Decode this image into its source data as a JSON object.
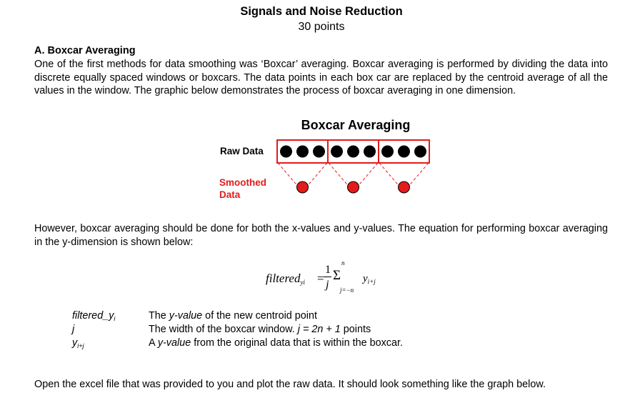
{
  "header": {
    "title": "Signals and Noise Reduction",
    "points": "30 points"
  },
  "section_a": {
    "heading": "A. Boxcar Averaging",
    "paragraph": "One of the first methods for data smoothing was ‘Boxcar’ averaging. Boxcar averaging is performed by dividing the data into discrete equally spaced windows or boxcars. The data points in each box car are replaced by the centroid average of all the values in the window. The graphic below demonstrates the process of boxcar averaging in one dimension."
  },
  "figure": {
    "title": "Boxcar Averaging",
    "raw_label": "Raw Data",
    "smoothed_label_line1": "Smoothed",
    "smoothed_label_line2": "Data",
    "boxcars": 3,
    "points_per_boxcar": 3,
    "colors": {
      "box_border": "#e31b1b",
      "raw_point": "#000000",
      "smoothed_point": "#e31b1b"
    }
  },
  "paragraph2": "However, boxcar averaging should be done for both the x-values and y-values. The equation for performing boxcar averaging in the y-dimension is shown below:",
  "equation": {
    "lhs": "filtered",
    "lhs_sub": "yi",
    "equals": "=",
    "frac_num": "1",
    "frac_den": "j",
    "sigma": "Σ",
    "upper_limit": "n",
    "lower_limit": "j=−n",
    "term": "y",
    "term_sub": "i+j"
  },
  "definitions": [
    {
      "term": "filtered_y",
      "term_sub": "i",
      "desc_pre": "The ",
      "desc_em": "y-value",
      "desc_post": " of the new centroid point"
    },
    {
      "term": "j",
      "term_sub": "",
      "desc_pre": "The width of the boxcar window. ",
      "desc_em": "j = 2n + 1",
      "desc_post": " points"
    },
    {
      "term": "y",
      "term_sub": "i+j",
      "desc_pre": "A ",
      "desc_em": "y-value",
      "desc_post": " from the original data that is within the boxcar."
    }
  ],
  "paragraph3": "Open the excel file that was provided to you and plot the raw data. It should look something like the graph below."
}
